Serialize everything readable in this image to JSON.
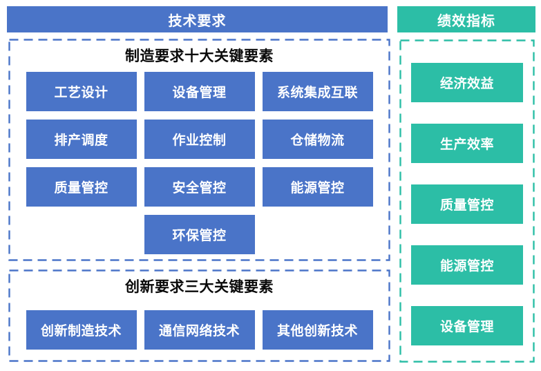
{
  "headers": {
    "tech": "技术要求",
    "kpi": "绩效指标"
  },
  "manufacturing": {
    "title": "制造要求十大关键要素",
    "boxes": [
      "工艺设计",
      "设备管理",
      "系统集成互联",
      "排产调度",
      "作业控制",
      "仓储物流",
      "质量管控",
      "安全管控",
      "能源管控",
      "环保管控"
    ]
  },
  "innovation": {
    "title": "创新要求三大关键要素",
    "boxes": [
      "创新制造技术",
      "通信网络技术",
      "其他创新技术"
    ]
  },
  "kpi": {
    "boxes": [
      "经济效益",
      "生产效率",
      "质量管控",
      "能源管控",
      "设备管理"
    ]
  },
  "colors": {
    "blue": "#4A74C8",
    "teal": "#2CBEA6"
  }
}
